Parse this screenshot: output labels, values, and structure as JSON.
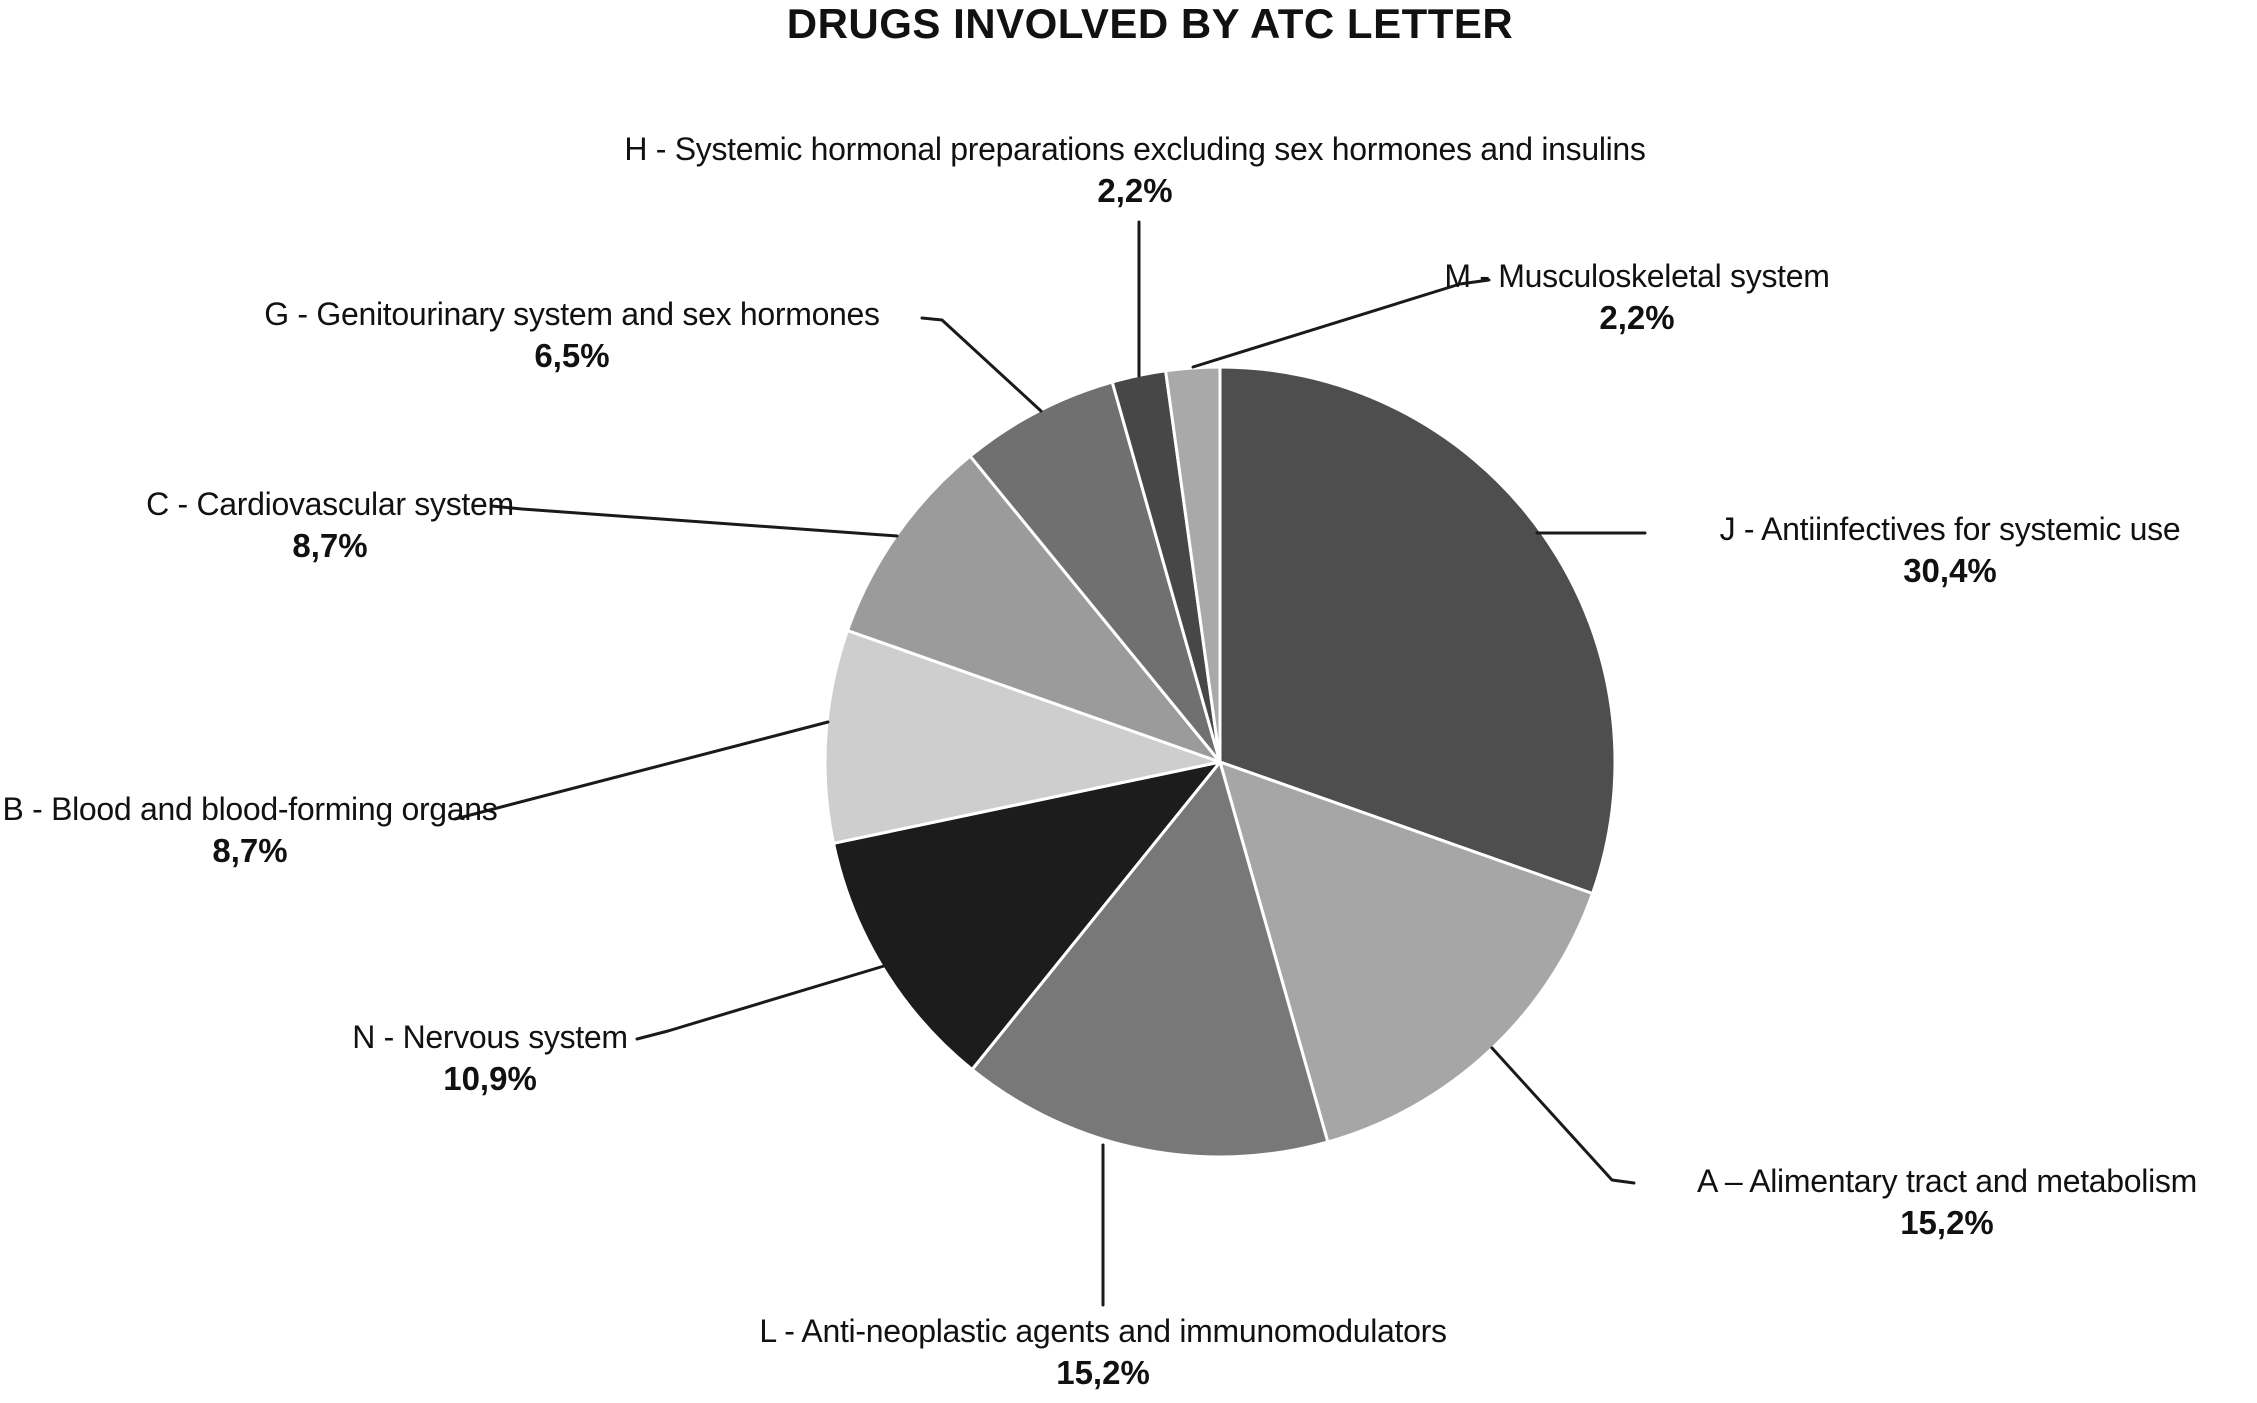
{
  "title": "DRUGS INVOLVED BY ATC LETTER",
  "chart_data": {
    "type": "pie",
    "title": "DRUGS INVOLVED BY ATC LETTER",
    "start_angle_deg": 0,
    "direction": "clockwise",
    "border_color": "#ffffff",
    "leader_line_color": "#1a1a1a",
    "slices": [
      {
        "key": "J",
        "label": "J - Antiinfectives for systemic use",
        "value_pct": 30.4,
        "value_label": "30,4%",
        "color": "#4e4e4e"
      },
      {
        "key": "A",
        "label": "A – Alimentary tract and metabolism",
        "value_pct": 15.2,
        "value_label": "15,2%",
        "color": "#a6a6a6"
      },
      {
        "key": "L",
        "label": "L - Anti-neoplastic agents and immunomodulators",
        "value_pct": 15.2,
        "value_label": "15,2%",
        "color": "#787878"
      },
      {
        "key": "N",
        "label": "N - Nervous system",
        "value_pct": 10.9,
        "value_label": "10,9%",
        "color": "#1c1c1c"
      },
      {
        "key": "B",
        "label": "B - Blood and blood-forming organs",
        "value_pct": 8.7,
        "value_label": "8,7%",
        "color": "#cecece"
      },
      {
        "key": "C",
        "label": "C - Cardiovascular system",
        "value_pct": 8.7,
        "value_label": "8,7%",
        "color": "#9b9b9b"
      },
      {
        "key": "G",
        "label": "G - Genitourinary system and sex hormones",
        "value_pct": 6.5,
        "value_label": "6,5%",
        "color": "#707070"
      },
      {
        "key": "H",
        "label": "H - Systemic hormonal preparations excluding sex hormones and insulins",
        "value_pct": 2.2,
        "value_label": "2,2%",
        "color": "#474747"
      },
      {
        "key": "M",
        "label": "M - Musculoskeletal system",
        "value_pct": 2.2,
        "value_label": "2,2%",
        "color": "#a9a9a9"
      }
    ]
  }
}
